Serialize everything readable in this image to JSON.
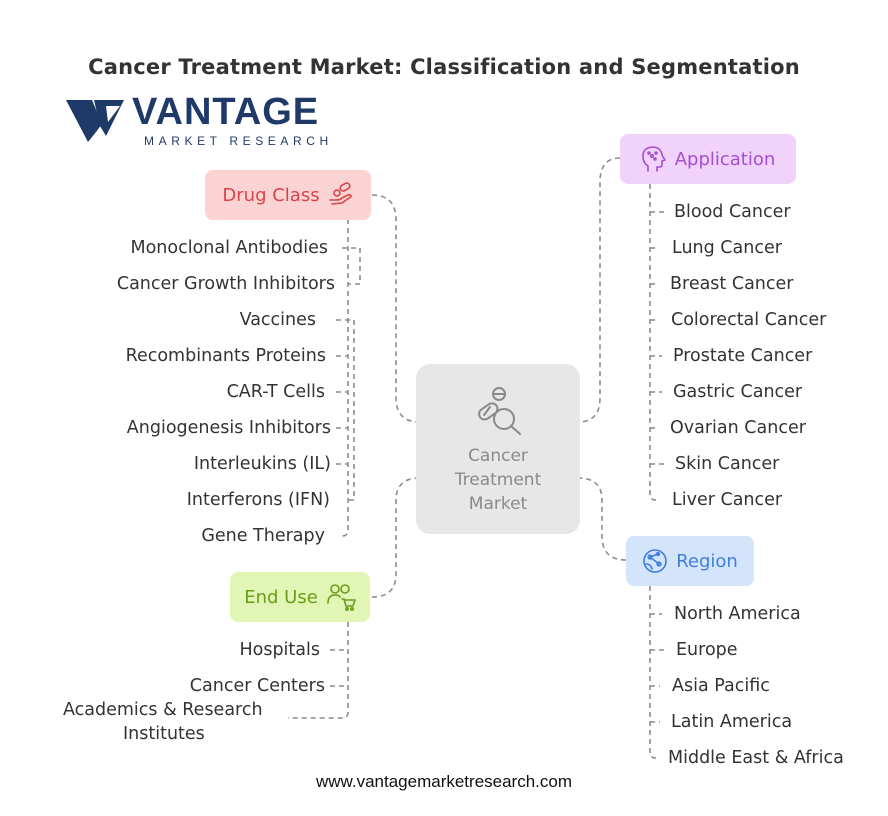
{
  "title": "Cancer Treatment Market: Classification and Segmentation",
  "logo": {
    "word": "VANTAGE",
    "sub": "MARKET RESEARCH",
    "color": "#1f3a68"
  },
  "center": {
    "line1": "Cancer",
    "line2": "Treatment",
    "line3": "Market",
    "icon": "pills-magnifier-icon"
  },
  "drug_class": {
    "label": "Drug Class",
    "icon": "hand-pills-icon",
    "color": "#d9434a",
    "bg": "#fcd3d3",
    "items": [
      "Monoclonal Antibodies",
      "Cancer Growth Inhibitors",
      "Vaccines",
      "Recombinants Proteins",
      "CAR-T Cells",
      "Angiogenesis Inhibitors",
      "Interleukins (IL)",
      "Interferons (IFN)",
      "Gene Therapy"
    ]
  },
  "application": {
    "label": "Application",
    "icon": "head-virus-icon",
    "color": "#a54ed2",
    "bg": "#f0d2fb",
    "items": [
      "Blood Cancer",
      "Lung Cancer",
      "Breast Cancer",
      "Colorectal Cancer",
      "Prostate Cancer",
      "Gastric Cancer",
      "Ovarian Cancer",
      "Skin Cancer",
      "Liver Cancer"
    ]
  },
  "end_use": {
    "label": "End Use",
    "icon": "people-cart-icon",
    "color": "#6b9c1a",
    "bg": "#e1f6b5",
    "items": [
      "Hospitals",
      "Cancer Centers",
      "Academics & Research",
      "Institutes"
    ]
  },
  "region": {
    "label": "Region",
    "icon": "globe-network-icon",
    "color": "#3f7fd9",
    "bg": "#d4e4fb",
    "items": [
      "North America",
      "Europe",
      "Asia Pacific",
      "Latin America",
      "Middle East & Africa"
    ]
  },
  "footer": "www.vantagemarketresearch.com"
}
